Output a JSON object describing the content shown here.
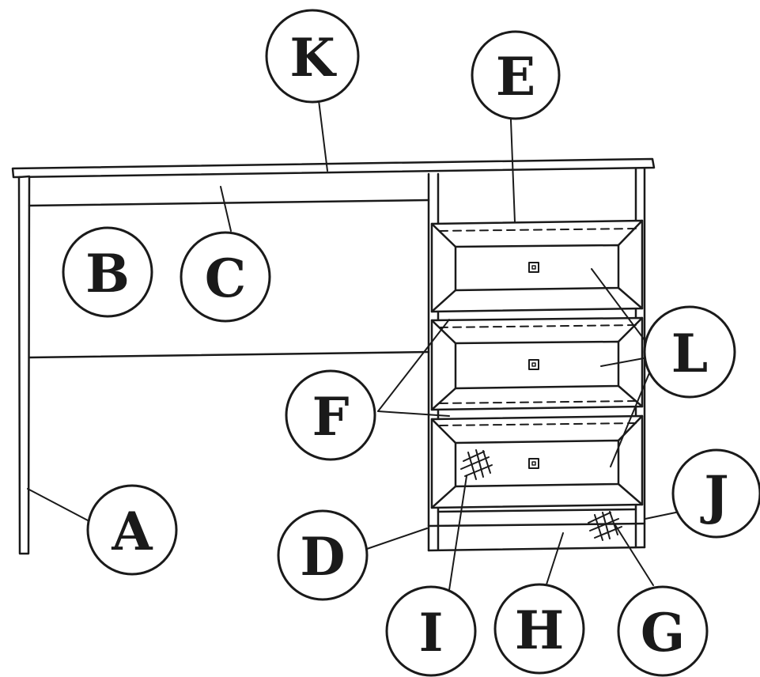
{
  "diagram": {
    "labels": {
      "A": "A",
      "B": "B",
      "C": "C",
      "D": "D",
      "E": "E",
      "F": "F",
      "G": "G",
      "H": "H",
      "I": "I",
      "J": "J",
      "K": "K",
      "L": "L"
    }
  },
  "colors": {
    "ink": "#1a1a1a",
    "paper": "#ffffff"
  }
}
